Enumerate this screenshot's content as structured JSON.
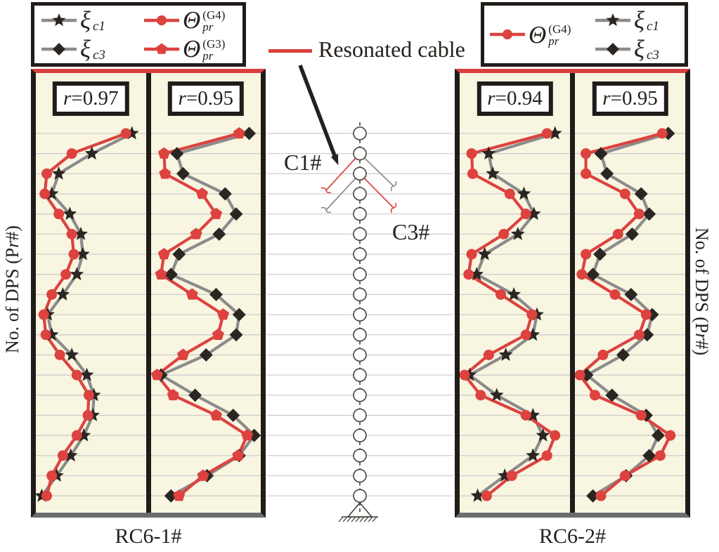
{
  "colors": {
    "red": "#dd423f",
    "gray": "#8b8b8b",
    "black": "#2b2622",
    "panel_bg": "#f8f5e1",
    "grid": "#cdcdcd",
    "node_stroke": "#474039",
    "arrow": "#25211d",
    "top_line": "#d8403c"
  },
  "legend_left": {
    "items": [
      {
        "symbol": "ξ",
        "sub": "c1",
        "sup": "",
        "marker": "star",
        "line_color": "#8b8b8b",
        "marker_color": "#2b2622"
      },
      {
        "symbol": "ξ",
        "sub": "c3",
        "sup": "",
        "marker": "diamond",
        "line_color": "#8b8b8b",
        "marker_color": "#2b2622"
      },
      {
        "symbol": "Θ",
        "sub": "pr",
        "sup": "(G4)",
        "marker": "circle",
        "line_color": "#dd423f",
        "marker_color": "#dd423f"
      },
      {
        "symbol": "Θ",
        "sub": "pr",
        "sup": "(G3)",
        "marker": "pentagon",
        "line_color": "#dd423f",
        "marker_color": "#dd423f"
      }
    ]
  },
  "legend_right": {
    "items": [
      {
        "symbol": "ξ",
        "sub": "c1",
        "sup": "",
        "marker": "star",
        "line_color": "#8b8b8b",
        "marker_color": "#2b2622"
      },
      {
        "symbol": "ξ",
        "sub": "c3",
        "sup": "",
        "marker": "diamond",
        "line_color": "#8b8b8b",
        "marker_color": "#2b2622"
      },
      {
        "symbol": "Θ",
        "sub": "pr",
        "sup": "(G4)",
        "marker": "circle",
        "line_color": "#dd423f",
        "marker_color": "#dd423f"
      }
    ]
  },
  "schematic": {
    "node_count": 19,
    "cable_left_label": "C1#",
    "cable_right_label": "C3#",
    "annotation_label": "Resonated cable",
    "support": "pinned-support"
  },
  "axis_label": {
    "prefix": "No. of DPS (P",
    "italic": "r",
    "suffix": "#)"
  },
  "groups": [
    {
      "label": "RC6-1#"
    },
    {
      "label": "RC6-2#"
    }
  ],
  "chart_data": {
    "type": "line",
    "orientation": "vertical-profile",
    "rows": 19,
    "row_axis": "No. of DPS (Pr#)",
    "value_range": [
      0,
      1
    ],
    "grid": "horizontal, one line per DPS row",
    "panels": [
      {
        "group": "RC6-1#",
        "r_sym": "r",
        "r_val": "=0.97",
        "series": [
          {
            "name": "ξc1",
            "marker": "star",
            "values": [
              0.91,
              0.51,
              0.18,
              0.11,
              0.29,
              0.4,
              0.42,
              0.36,
              0.22,
              0.07,
              0.11,
              0.31,
              0.46,
              0.53,
              0.52,
              0.43,
              0.3,
              0.16,
              0.01
            ]
          },
          {
            "name": "Θpr(G4)",
            "marker": "circle",
            "values": [
              0.85,
              0.31,
              0.06,
              0.04,
              0.18,
              0.31,
              0.33,
              0.25,
              0.11,
              0.03,
              0.05,
              0.19,
              0.36,
              0.48,
              0.47,
              0.36,
              0.22,
              0.11,
              0.06
            ]
          }
        ]
      },
      {
        "group": "RC6-1#",
        "r_sym": "r",
        "r_val": "=0.95",
        "series": [
          {
            "name": "ξc3",
            "marker": "diamond",
            "values": [
              0.93,
              0.21,
              0.27,
              0.69,
              0.8,
              0.63,
              0.23,
              0.15,
              0.6,
              0.83,
              0.8,
              0.5,
              0.05,
              0.39,
              0.77,
              0.98,
              0.83,
              0.51,
              0.15
            ]
          },
          {
            "name": "Θpr(G3)",
            "marker": "pentagon",
            "values": [
              0.83,
              0.08,
              0.09,
              0.46,
              0.6,
              0.4,
              0.08,
              0.05,
              0.36,
              0.67,
              0.62,
              0.27,
              0.01,
              0.17,
              0.6,
              0.91,
              0.82,
              0.47,
              0.23
            ]
          }
        ]
      },
      {
        "group": "RC6-2#",
        "r_sym": "r",
        "r_val": "=0.94",
        "series": [
          {
            "name": "ξc1",
            "marker": "star",
            "values": [
              0.9,
              0.24,
              0.28,
              0.59,
              0.69,
              0.53,
              0.2,
              0.12,
              0.49,
              0.72,
              0.68,
              0.41,
              0.05,
              0.32,
              0.68,
              0.78,
              0.68,
              0.4,
              0.13
            ]
          },
          {
            "name": "Θpr(G4)",
            "marker": "circle",
            "values": [
              0.82,
              0.07,
              0.08,
              0.45,
              0.61,
              0.39,
              0.07,
              0.04,
              0.36,
              0.67,
              0.61,
              0.24,
              0.0,
              0.16,
              0.61,
              0.9,
              0.82,
              0.47,
              0.22
            ]
          }
        ]
      },
      {
        "group": "RC6-2#",
        "r_sym": "r",
        "r_val": "=0.95",
        "series": [
          {
            "name": "ξc3",
            "marker": "diamond",
            "values": [
              0.88,
              0.21,
              0.27,
              0.61,
              0.69,
              0.52,
              0.2,
              0.13,
              0.51,
              0.72,
              0.67,
              0.43,
              0.07,
              0.32,
              0.66,
              0.78,
              0.69,
              0.46,
              0.13
            ]
          },
          {
            "name": "Θpr(G4)",
            "marker": "circle",
            "values": [
              0.82,
              0.06,
              0.06,
              0.45,
              0.59,
              0.38,
              0.06,
              0.02,
              0.35,
              0.66,
              0.59,
              0.23,
              0.0,
              0.15,
              0.61,
              0.9,
              0.8,
              0.45,
              0.21
            ]
          }
        ]
      }
    ]
  }
}
